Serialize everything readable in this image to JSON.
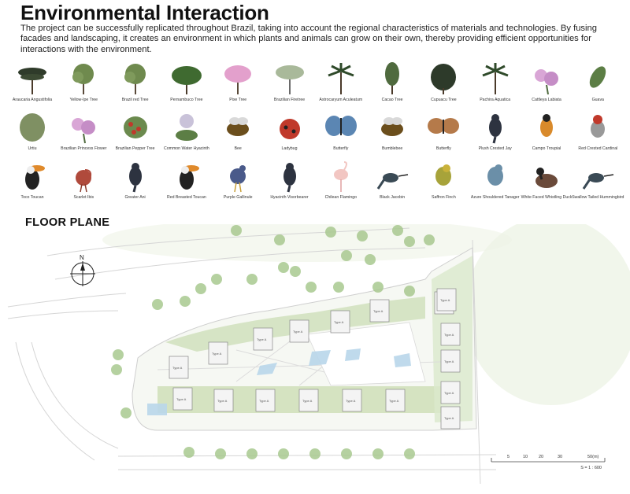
{
  "header": {
    "title": "Environmental Interaction",
    "description": "The project can be successfully replicated throughout Brazil, taking into account the regional characteristics of materials and technologies. By fusing facades and landscaping, it creates an environment in which plants and animals can grow on their own, thereby providing efficient opportunities for interactions with the environment."
  },
  "species": [
    [
      {
        "name": "Araucaria Angustifolia",
        "icon": "araucaria-tree-icon",
        "kind": "conifer"
      },
      {
        "name": "Yellow-Ipe Tree",
        "icon": "yellow-ipe-tree-icon",
        "kind": "round"
      },
      {
        "name": "Brazil red Tree",
        "icon": "brazil-red-tree-icon",
        "kind": "round"
      },
      {
        "name": "Pernambuco Tree",
        "icon": "pernambuco-tree-icon",
        "kind": "wide"
      },
      {
        "name": "Pixe Tree",
        "icon": "pixe-tree-icon",
        "kind": "pink"
      },
      {
        "name": "Brazilian Firetree",
        "icon": "brazilian-firetree-icon",
        "kind": "palmleaf"
      },
      {
        "name": "Astrocaryum Aculeatum",
        "icon": "astrocaryum-palm-icon",
        "kind": "palm"
      },
      {
        "name": "Cacao Tree",
        "icon": "cacao-tree-icon",
        "kind": "narrow"
      },
      {
        "name": "Cupuacu Tree",
        "icon": "cupuacu-tree-icon",
        "kind": "dark"
      },
      {
        "name": "Pachira Aquatica",
        "icon": "pachira-aquatica-icon",
        "kind": "palm"
      },
      {
        "name": "Cattleya Labiata",
        "icon": "cattleya-orchid-icon",
        "kind": "flower"
      },
      {
        "name": "Guava",
        "icon": "guava-leaf-icon",
        "kind": "leaf"
      }
    ],
    [
      {
        "name": "Urtiu",
        "icon": "urtiu-plant-icon",
        "kind": "shrub"
      },
      {
        "name": "Brazilian Princess Flower",
        "icon": "princess-flower-icon",
        "kind": "flower"
      },
      {
        "name": "Brazilian Pepper Tree",
        "icon": "pepper-tree-icon",
        "kind": "berries"
      },
      {
        "name": "Common Water Hyacinth",
        "icon": "water-hyacinth-icon",
        "kind": "hyacinth"
      },
      {
        "name": "Bee",
        "icon": "bee-icon",
        "kind": "bee"
      },
      {
        "name": "Ladybug",
        "icon": "ladybug-icon",
        "kind": "ladybug"
      },
      {
        "name": "Butterfly",
        "icon": "blue-butterfly-icon",
        "kind": "butterfly-blue"
      },
      {
        "name": "Bumblebee",
        "icon": "bumblebee-icon",
        "kind": "bee"
      },
      {
        "name": "Butterfly",
        "icon": "butterfly-icon",
        "kind": "butterfly-brown"
      },
      {
        "name": "Plush Crested Jay",
        "icon": "plush-crested-jay-icon",
        "kind": "bird-dark"
      },
      {
        "name": "Campo Troupial",
        "icon": "campo-troupial-icon",
        "kind": "bird-orange"
      },
      {
        "name": "Red Crested Cardinal",
        "icon": "red-crested-cardinal-icon",
        "kind": "bird-red"
      }
    ],
    [
      {
        "name": "Toco Toucan",
        "icon": "toco-toucan-icon",
        "kind": "toucan"
      },
      {
        "name": "Scarlet Ibis",
        "icon": "scarlet-ibis-icon",
        "kind": "ibis"
      },
      {
        "name": "Greater Ani",
        "icon": "greater-ani-icon",
        "kind": "bird-dark"
      },
      {
        "name": "Red Breasted Toucan",
        "icon": "red-breasted-toucan-icon",
        "kind": "toucan"
      },
      {
        "name": "Purple Gallinule",
        "icon": "purple-gallinule-icon",
        "kind": "bird-purple"
      },
      {
        "name": "Hyacinth Visorbearer",
        "icon": "hyacinth-visorbearer-icon",
        "kind": "bird-dark"
      },
      {
        "name": "Chilean Flamingo",
        "icon": "chilean-flamingo-icon",
        "kind": "flamingo"
      },
      {
        "name": "Black Jacobin",
        "icon": "black-jacobin-icon",
        "kind": "hummingbird"
      },
      {
        "name": "Saffron Finch",
        "icon": "saffron-finch-icon",
        "kind": "bird-yellow"
      },
      {
        "name": "Azure Shouldered Tanager",
        "icon": "azure-tanager-icon",
        "kind": "bird-blue"
      },
      {
        "name": "White Faced Whistling Duck",
        "icon": "whistling-duck-icon",
        "kind": "duck"
      },
      {
        "name": "Swallow Tailed Hummingbird",
        "icon": "swallow-tailed-hummingbird-icon",
        "kind": "hummingbird"
      }
    ]
  ],
  "floor_plan": {
    "title": "FLOOR PLANE",
    "north_label": "N",
    "unit_type_label": "Type A",
    "scale_ticks": [
      "5",
      "10",
      "20",
      "30",
      "50(m)"
    ],
    "scale_ratio": "S = 1 : 600"
  },
  "colors": {
    "grass": "#c9dcb0",
    "tree": "#a9c990",
    "building": "#f4f4f4",
    "water": "#b9d6ea",
    "road": "#eeeeee"
  }
}
